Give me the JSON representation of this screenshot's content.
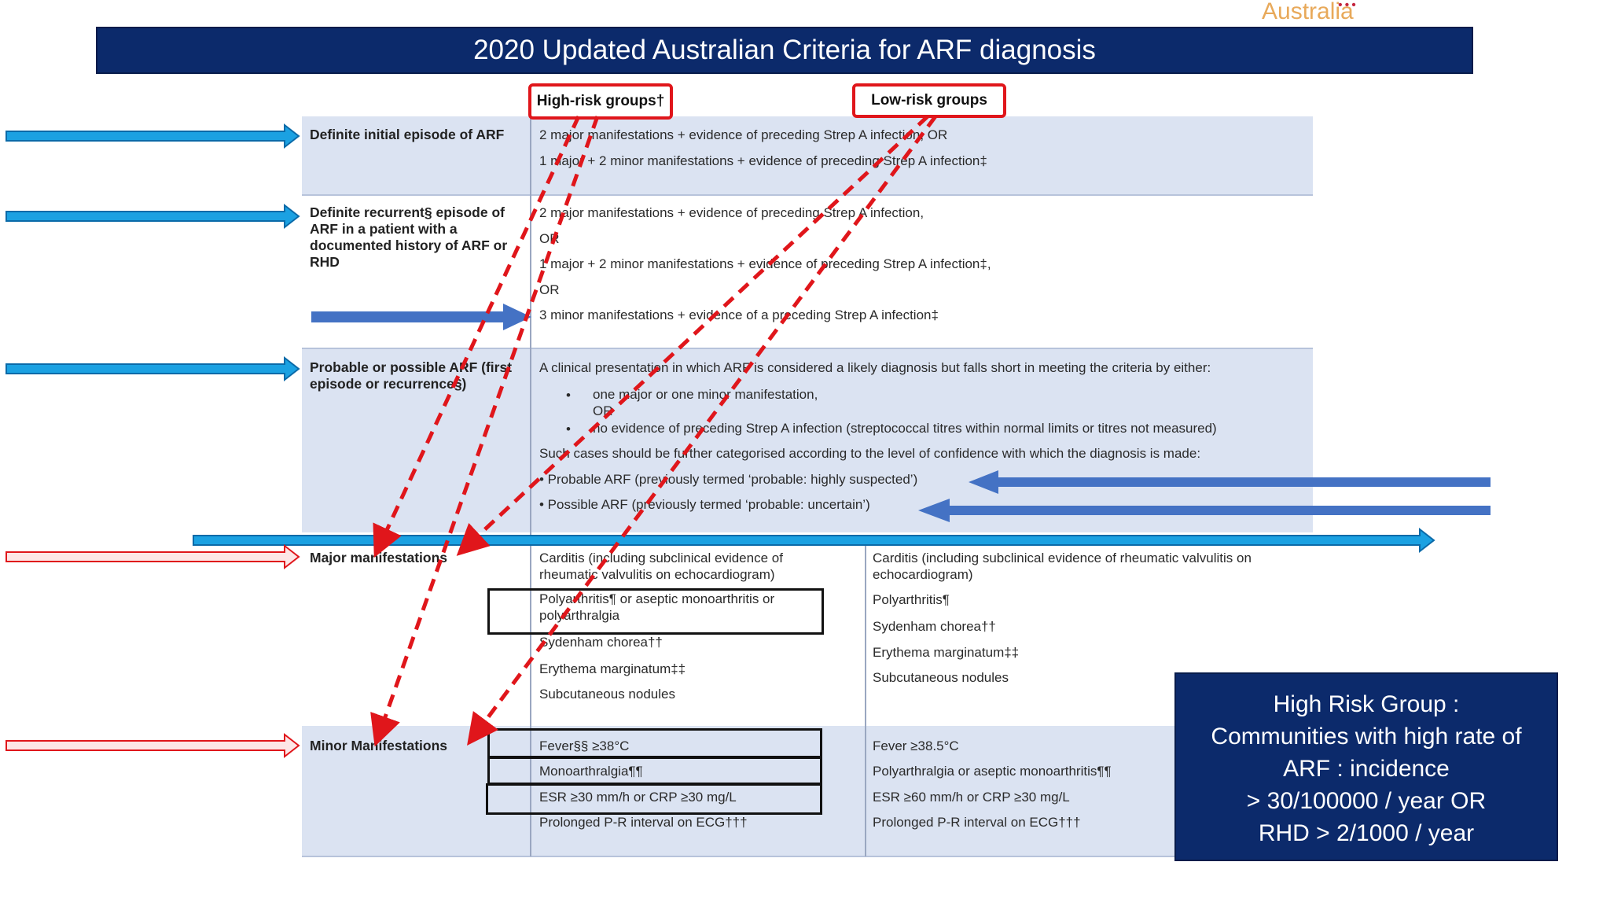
{
  "logo": {
    "text": "Australia"
  },
  "title": "2020 Updated Australian Criteria for ARF diagnosis",
  "table": {
    "col_headers": {
      "high": "High-risk groups†",
      "low": "Low-risk groups"
    },
    "rows": {
      "definite_initial": {
        "label": "Definite initial episode of ARF",
        "lines": [
          "2 major manifestations + evidence of preceding Strep A infection, OR",
          "1 major + 2 minor manifestations + evidence of preceding Strep A infection‡"
        ]
      },
      "definite_recurrent": {
        "label": "Definite recurrent§ episode of ARF in a patient with a documented history of ARF or RHD",
        "lines": [
          "2 major manifestations + evidence of preceding Strep A infection,",
          "OR",
          "1 major + 2 minor manifestations + evidence of preceding Strep A infection‡,",
          "OR",
          "3 minor manifestations + evidence of a preceding Strep A infection‡"
        ]
      },
      "probable": {
        "label": "Probable or possible ARF (first episode or recurrence§)",
        "intro": "A clinical presentation in which ARF is considered a likely diagnosis but falls short in meeting the criteria by either:",
        "bullet1": "one major or one minor manifestation,",
        "or": "OR",
        "bullet2": "no evidence of preceding Strep A infection (streptococcal titres within normal limits or titres not measured)",
        "further": "Such cases should be further categorised according to the level of confidence with which the diagnosis is made:",
        "probable": "• Probable ARF (previously termed ‘probable: highly suspected’)",
        "possible": "• Possible ARF (previously termed ‘probable: uncertain’)"
      },
      "major": {
        "label": "Major manifestations",
        "high": [
          "Carditis (including subclinical evidence of rheumatic valvulitis on echocardiogram)",
          "Polyarthritis¶ or aseptic monoarthritis or polyarthralgia",
          "Sydenham chorea††",
          "Erythema marginatum‡‡",
          "Subcutaneous nodules"
        ],
        "low": [
          "Carditis (including subclinical evidence of rheumatic valvulitis on echocardiogram)",
          "Polyarthritis¶",
          "Sydenham chorea††",
          "Erythema marginatum‡‡",
          "Subcutaneous nodules"
        ]
      },
      "minor": {
        "label": "Minor Manifestations",
        "high": [
          "Fever§§ ≥38°C",
          "Monoarthralgia¶¶",
          "ESR ≥30 mm/h or CRP ≥30 mg/L",
          "Prolonged P-R interval on ECG†††"
        ],
        "low": [
          "Fever ≥38.5°C",
          "Polyarthralgia or aseptic monoarthritis¶¶",
          "ESR ≥60 mm/h or CRP ≥30 mg/L",
          "Prolonged P-R interval on ECG†††"
        ]
      }
    }
  },
  "info_box": {
    "lines": [
      "High Risk Group :",
      "Communities with high rate of",
      "ARF :  incidence",
      "> 30/100000 / year OR",
      "RHD > 2/1000 / year"
    ]
  },
  "colors": {
    "title_bg": "#0c2a6b",
    "band_bg": "#dbe3f2",
    "highlight_red": "#e0161b",
    "arrow_blue": "#1ba1e2",
    "arrow_dark_blue": "#4472c4",
    "arrow_pink": "#fde6e6"
  }
}
